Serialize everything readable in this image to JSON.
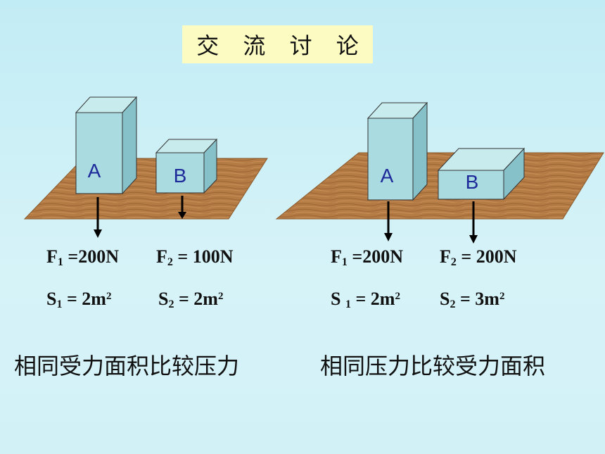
{
  "title": "交 流 讨 论",
  "left": {
    "block_a": "A",
    "block_b": "B",
    "f1": {
      "sym": "F",
      "sub": "1",
      "rest": " =200N"
    },
    "f2": {
      "sym": "F",
      "sub": "2",
      "rest": " = 100N"
    },
    "s1": {
      "sym": "S",
      "sub": "1",
      "rest": " = 2m",
      "sup": "2"
    },
    "s2": {
      "sym": "S",
      "sub": "2",
      "rest": "  = 2m",
      "sup": "2"
    },
    "caption": "相同受力面积比较压力"
  },
  "right": {
    "block_a": "A",
    "block_b": "B",
    "f1": {
      "sym": "F",
      "sub": "1",
      "rest": " =200N"
    },
    "f2": {
      "sym": "F",
      "sub": "2",
      "rest": " = 200N"
    },
    "s1": {
      "sym": "S ",
      "sub": "1",
      "rest": " = 2m",
      "sup": "2"
    },
    "s2": {
      "sym": "S",
      "sub": "2",
      "rest": " = 3m",
      "sup": "2"
    },
    "caption": "相同压力比较受力面积"
  },
  "colors": {
    "board": "#b57b45",
    "block_face": "#a9dbe0",
    "block_top": "#c8ecee",
    "block_side": "#86c0c8",
    "label": "#1f2a9a"
  }
}
